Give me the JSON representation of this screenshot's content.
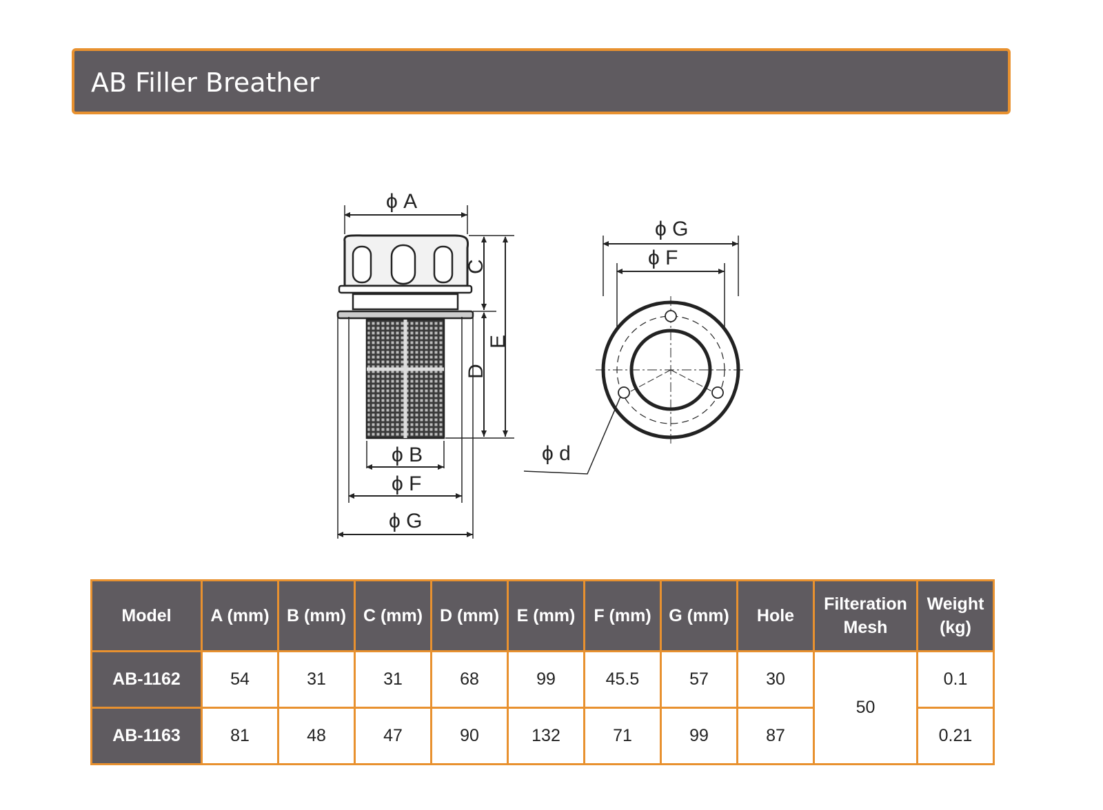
{
  "page": {
    "title": "AB Filler Breather",
    "accent_color": "#e8912f",
    "header_bg": "#5f5b60"
  },
  "drawing": {
    "side_view_labels": {
      "A": "ϕ A",
      "B": "ϕ B",
      "C": "C",
      "D": "D",
      "E": "E",
      "F": "ϕ F",
      "G": "ϕ G"
    },
    "top_view_labels": {
      "G": "ϕ G",
      "F": "ϕ F",
      "d": "ϕ d"
    }
  },
  "table": {
    "headers": [
      "Model",
      "A (mm)",
      "B (mm)",
      "C (mm)",
      "D (mm)",
      "E (mm)",
      "F (mm)",
      "G (mm)",
      "Hole",
      "Filteration Mesh",
      "Weight (kg)"
    ],
    "rows": [
      {
        "model": "AB-1162",
        "a": "54",
        "b": "31",
        "c": "31",
        "d": "68",
        "e": "99",
        "f": "45.5",
        "g": "57",
        "hole": "30",
        "weight": "0.1"
      },
      {
        "model": "AB-1163",
        "a": "81",
        "b": "48",
        "c": "47",
        "d": "90",
        "e": "132",
        "f": "71",
        "g": "99",
        "hole": "87",
        "weight": "0.21"
      }
    ],
    "mesh_value": "50"
  }
}
